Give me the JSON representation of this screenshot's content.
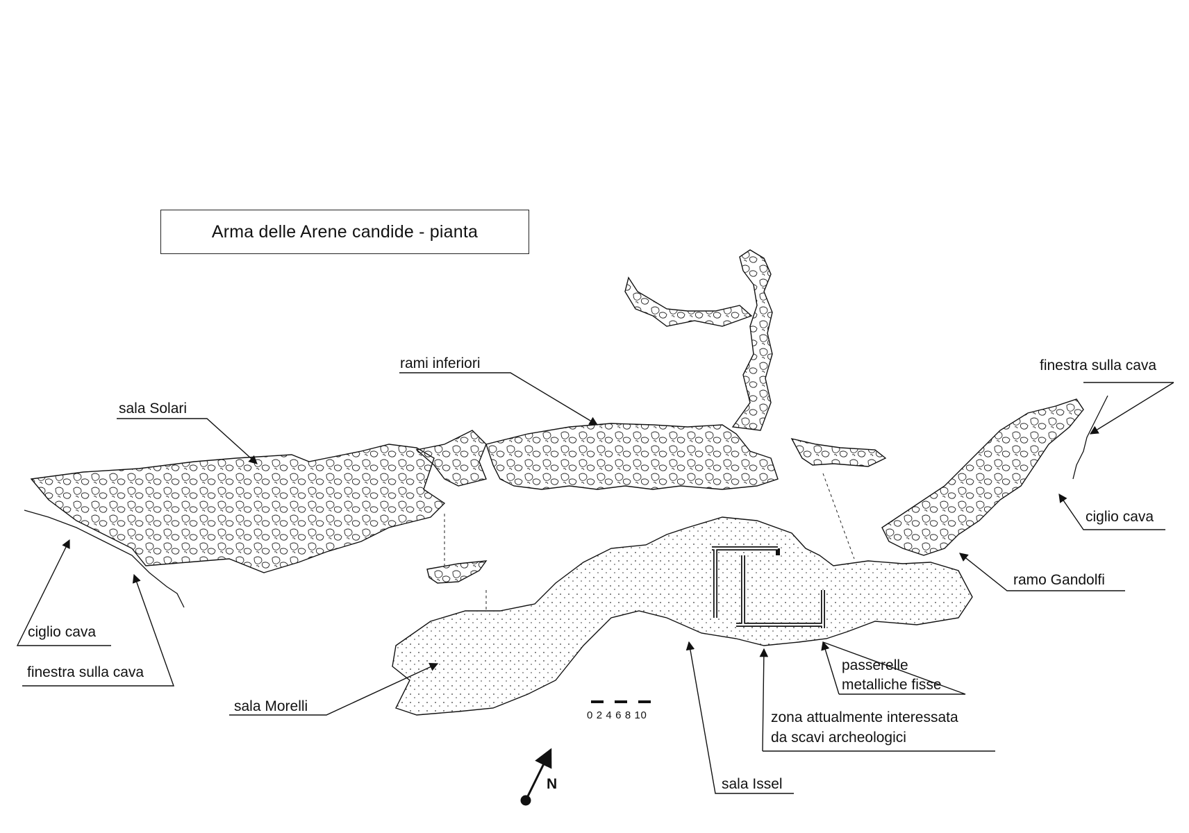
{
  "title": "Arma delle Arene candide - pianta",
  "labels": {
    "rami_inferiori": "rami inferiori",
    "sala_solari": "sala Solari",
    "finestra_sulla_cava_right": "finestra sulla cava",
    "ciglio_cava_right": "ciglio cava",
    "ramo_gandolfi": "ramo Gandolfi",
    "ciglio_cava_left": "ciglio cava",
    "finestra_sulla_cava_left": "finestra sulla cava",
    "sala_morelli": "sala Morelli",
    "passerelle_line1": "passerelle",
    "passerelle_line2": "metalliche fisse",
    "zona_line1": "zona attualmente interessata",
    "zona_line2": "da scavi  archeologici",
    "sala_issel": "sala Issel"
  },
  "scale": {
    "ticks": "0 2 4 6 8 10"
  },
  "north": {
    "label": "N"
  },
  "colors": {
    "ink": "#111111",
    "paper": "#ffffff"
  }
}
